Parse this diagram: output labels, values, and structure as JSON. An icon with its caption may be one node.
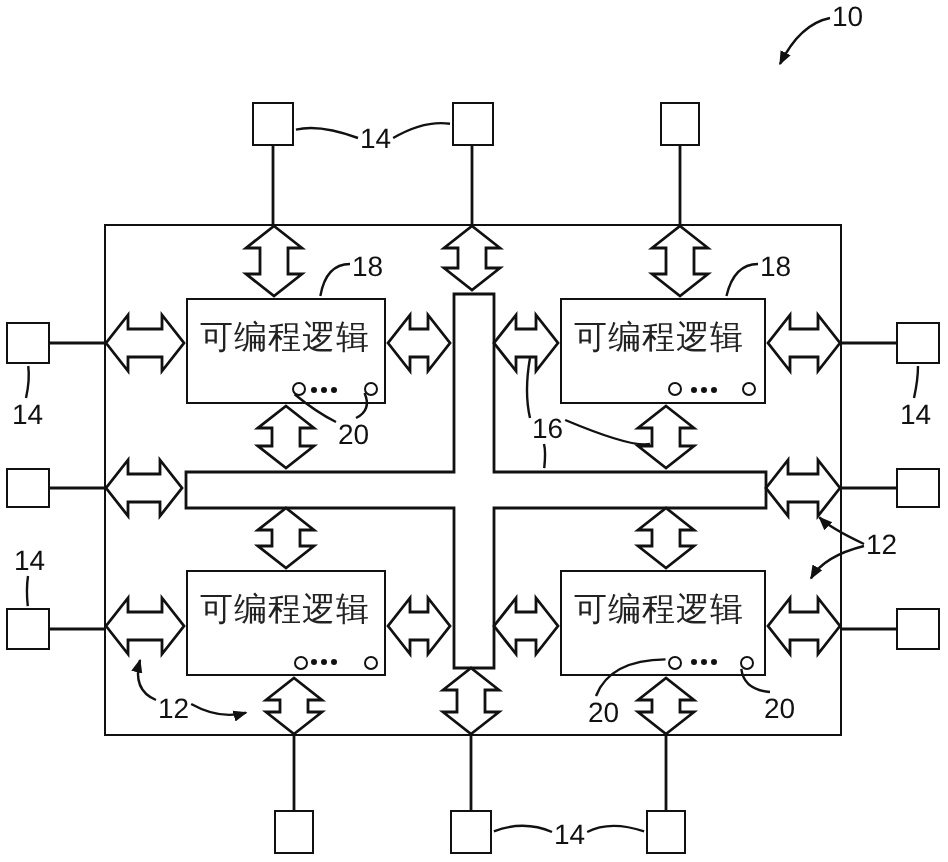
{
  "diagram": {
    "nodes": [
      {
        "text": [],
        "shape": "box"
      },
      {
        "text": [
          "可编程逻辑"
        ],
        "in": 0
      },
      {
        "text": [
          "可编程逻辑"
        ],
        "in": 0
      },
      {
        "text": [
          "可编程逻辑"
        ],
        "in": 0
      },
      {
        "text": [
          "可编程逻辑"
        ],
        "in": 0
      },
      {
        "text": [],
        "shape": "cross",
        "in": 0
      },
      {
        "text": [],
        "shape": "circle",
        "in": 1
      },
      {
        "text": [],
        "shape": "circle",
        "in": 1
      },
      {
        "text": [],
        "shape": "circle",
        "in": 2
      },
      {
        "text": [],
        "shape": "circle",
        "in": 2
      },
      {
        "text": [],
        "shape": "circle",
        "in": 3
      },
      {
        "text": [],
        "shape": "circle",
        "in": 3
      },
      {
        "text": [],
        "shape": "circle",
        "in": 4
      },
      {
        "text": [],
        "shape": "circle",
        "in": 4
      },
      {
        "text": [],
        "shape": "box"
      },
      {
        "text": [],
        "shape": "box"
      },
      {
        "text": [],
        "shape": "box"
      },
      {
        "text": [],
        "shape": "box"
      },
      {
        "text": [],
        "shape": "box"
      },
      {
        "text": [],
        "shape": "box"
      },
      {
        "text": [],
        "shape": "box"
      },
      {
        "text": [],
        "shape": "box"
      },
      {
        "text": [],
        "shape": "box"
      },
      {
        "text": [],
        "shape": "box"
      },
      {
        "text": [],
        "shape": "box"
      },
      {
        "text": [],
        "shape": "box"
      },
      {
        "text": [
          "10"
        ]
      },
      {
        "text": [
          "14"
        ]
      },
      {
        "text": [
          "18"
        ],
        "in": 0
      },
      {
        "text": [
          "18"
        ],
        "in": 0
      },
      {
        "text": [
          "14"
        ]
      },
      {
        "text": [
          "14"
        ]
      },
      {
        "text": [
          "20"
        ],
        "in": 0
      },
      {
        "text": [
          "16"
        ],
        "in": 0
      },
      {
        "text": [
          "14"
        ]
      },
      {
        "text": [
          "12"
        ]
      },
      {
        "text": [
          "12"
        ],
        "in": 0
      },
      {
        "text": [
          "20"
        ],
        "in": 0
      },
      {
        "text": [
          "20"
        ],
        "in": 0
      },
      {
        "text": [
          "14"
        ]
      }
    ],
    "edges": [
      {
        "from": 14,
        "to": 0,
        "arrow": "none"
      },
      {
        "from": 0,
        "to": 1,
        "arrow": "both",
        "style": "thick"
      },
      {
        "from": 15,
        "to": 0,
        "arrow": "none"
      },
      {
        "from": 0,
        "to": 5,
        "arrow": "both",
        "style": "thick"
      },
      {
        "from": 16,
        "to": 0,
        "arrow": "none"
      },
      {
        "from": 0,
        "to": 2,
        "arrow": "both",
        "style": "thick"
      },
      {
        "from": 17,
        "to": 0,
        "arrow": "none"
      },
      {
        "from": 0,
        "to": 1,
        "arrow": "both",
        "style": "thick"
      },
      {
        "from": 18,
        "to": 0,
        "arrow": "none"
      },
      {
        "from": 0,
        "to": 2,
        "arrow": "both",
        "style": "thick"
      },
      {
        "from": 19,
        "to": 0,
        "arrow": "none"
      },
      {
        "from": 0,
        "to": 5,
        "arrow": "both",
        "style": "thick"
      },
      {
        "from": 20,
        "to": 0,
        "arrow": "none"
      },
      {
        "from": 0,
        "to": 5,
        "arrow": "both",
        "style": "thick"
      },
      {
        "from": 21,
        "to": 0,
        "arrow": "none"
      },
      {
        "from": 0,
        "to": 3,
        "arrow": "both",
        "style": "thick"
      },
      {
        "from": 22,
        "to": 0,
        "arrow": "none"
      },
      {
        "from": 0,
        "to": 4,
        "arrow": "both",
        "style": "thick"
      },
      {
        "from": 23,
        "to": 0,
        "arrow": "none"
      },
      {
        "from": 0,
        "to": 3,
        "arrow": "both",
        "style": "thick"
      },
      {
        "from": 24,
        "to": 0,
        "arrow": "none"
      },
      {
        "from": 0,
        "to": 5,
        "arrow": "both",
        "style": "thick"
      },
      {
        "from": 25,
        "to": 0,
        "arrow": "none"
      },
      {
        "from": 0,
        "to": 4,
        "arrow": "both",
        "style": "thick"
      },
      {
        "from": 1,
        "to": 5,
        "arrow": "both",
        "style": "thick"
      },
      {
        "from": 2,
        "to": 5,
        "arrow": "both",
        "style": "thick"
      },
      {
        "from": 1,
        "to": 5,
        "arrow": "both",
        "style": "thick"
      },
      {
        "from": 2,
        "to": 5,
        "arrow": "both",
        "style": "thick"
      },
      {
        "from": 5,
        "to": 3,
        "arrow": "both",
        "style": "thick"
      },
      {
        "from": 5,
        "to": 4,
        "arrow": "both",
        "style": "thick"
      },
      {
        "from": 3,
        "to": 5,
        "arrow": "both",
        "style": "thick"
      },
      {
        "from": 4,
        "to": 5,
        "arrow": "both",
        "style": "thick"
      },
      {
        "from": 26,
        "to": null,
        "arrow": "to"
      },
      {
        "from": 27,
        "to": 14,
        "arrow": "none"
      },
      {
        "from": 27,
        "to": 15,
        "arrow": "none"
      },
      {
        "from": 28,
        "to": 1,
        "arrow": "none"
      },
      {
        "from": 29,
        "to": 2,
        "arrow": "none"
      },
      {
        "from": 30,
        "to": 17,
        "arrow": "none"
      },
      {
        "from": 31,
        "to": 18,
        "arrow": "none"
      },
      {
        "from": 32,
        "to": 6,
        "arrow": "none"
      },
      {
        "from": 32,
        "to": 7,
        "arrow": "none"
      },
      {
        "from": 33,
        "to": null,
        "arrow": "none"
      },
      {
        "from": 33,
        "to": null,
        "arrow": "none"
      },
      {
        "from": 33,
        "to": 5,
        "arrow": "none"
      },
      {
        "from": 34,
        "to": 21,
        "arrow": "none"
      },
      {
        "from": 35,
        "to": 0,
        "arrow": "to"
      },
      {
        "from": 35,
        "to": 0,
        "arrow": "to"
      },
      {
        "from": 36,
        "to": null,
        "arrow": "to"
      },
      {
        "from": 36,
        "to": 0,
        "arrow": "to"
      },
      {
        "from": 37,
        "to": 12,
        "arrow": "none"
      },
      {
        "from": 38,
        "to": 13,
        "arrow": "none"
      },
      {
        "from": 39,
        "to": 24,
        "arrow": "none"
      },
      {
        "from": 39,
        "to": 25,
        "arrow": "none"
      }
    ]
  }
}
